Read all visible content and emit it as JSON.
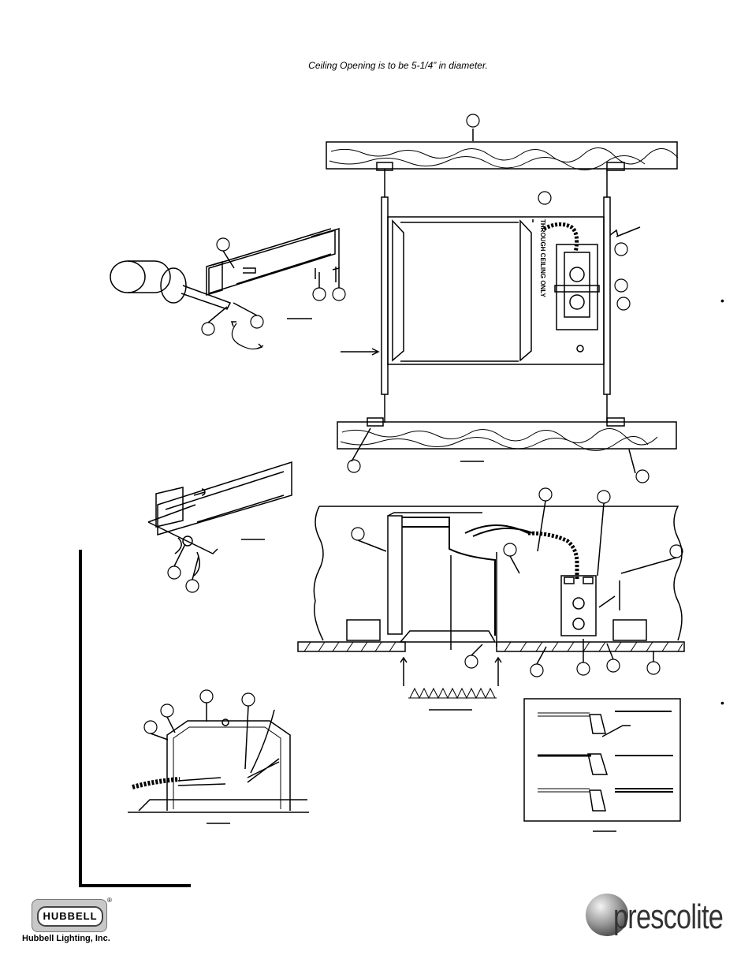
{
  "caption": "Ceiling Opening is to be 5-1/4” in diameter.",
  "frame_label": "THROUGH CEILING ONLY",
  "bullets": [
    "•",
    "•"
  ],
  "footer": {
    "hubbell_badge": "HUBBELL",
    "hubbell_reg": "®",
    "hubbell_company": "Hubbell Lighting, Inc.",
    "prescolite_logo": "prescolite"
  },
  "colors": {
    "line": "#000000",
    "logo_gray": "#c8c8c8"
  }
}
